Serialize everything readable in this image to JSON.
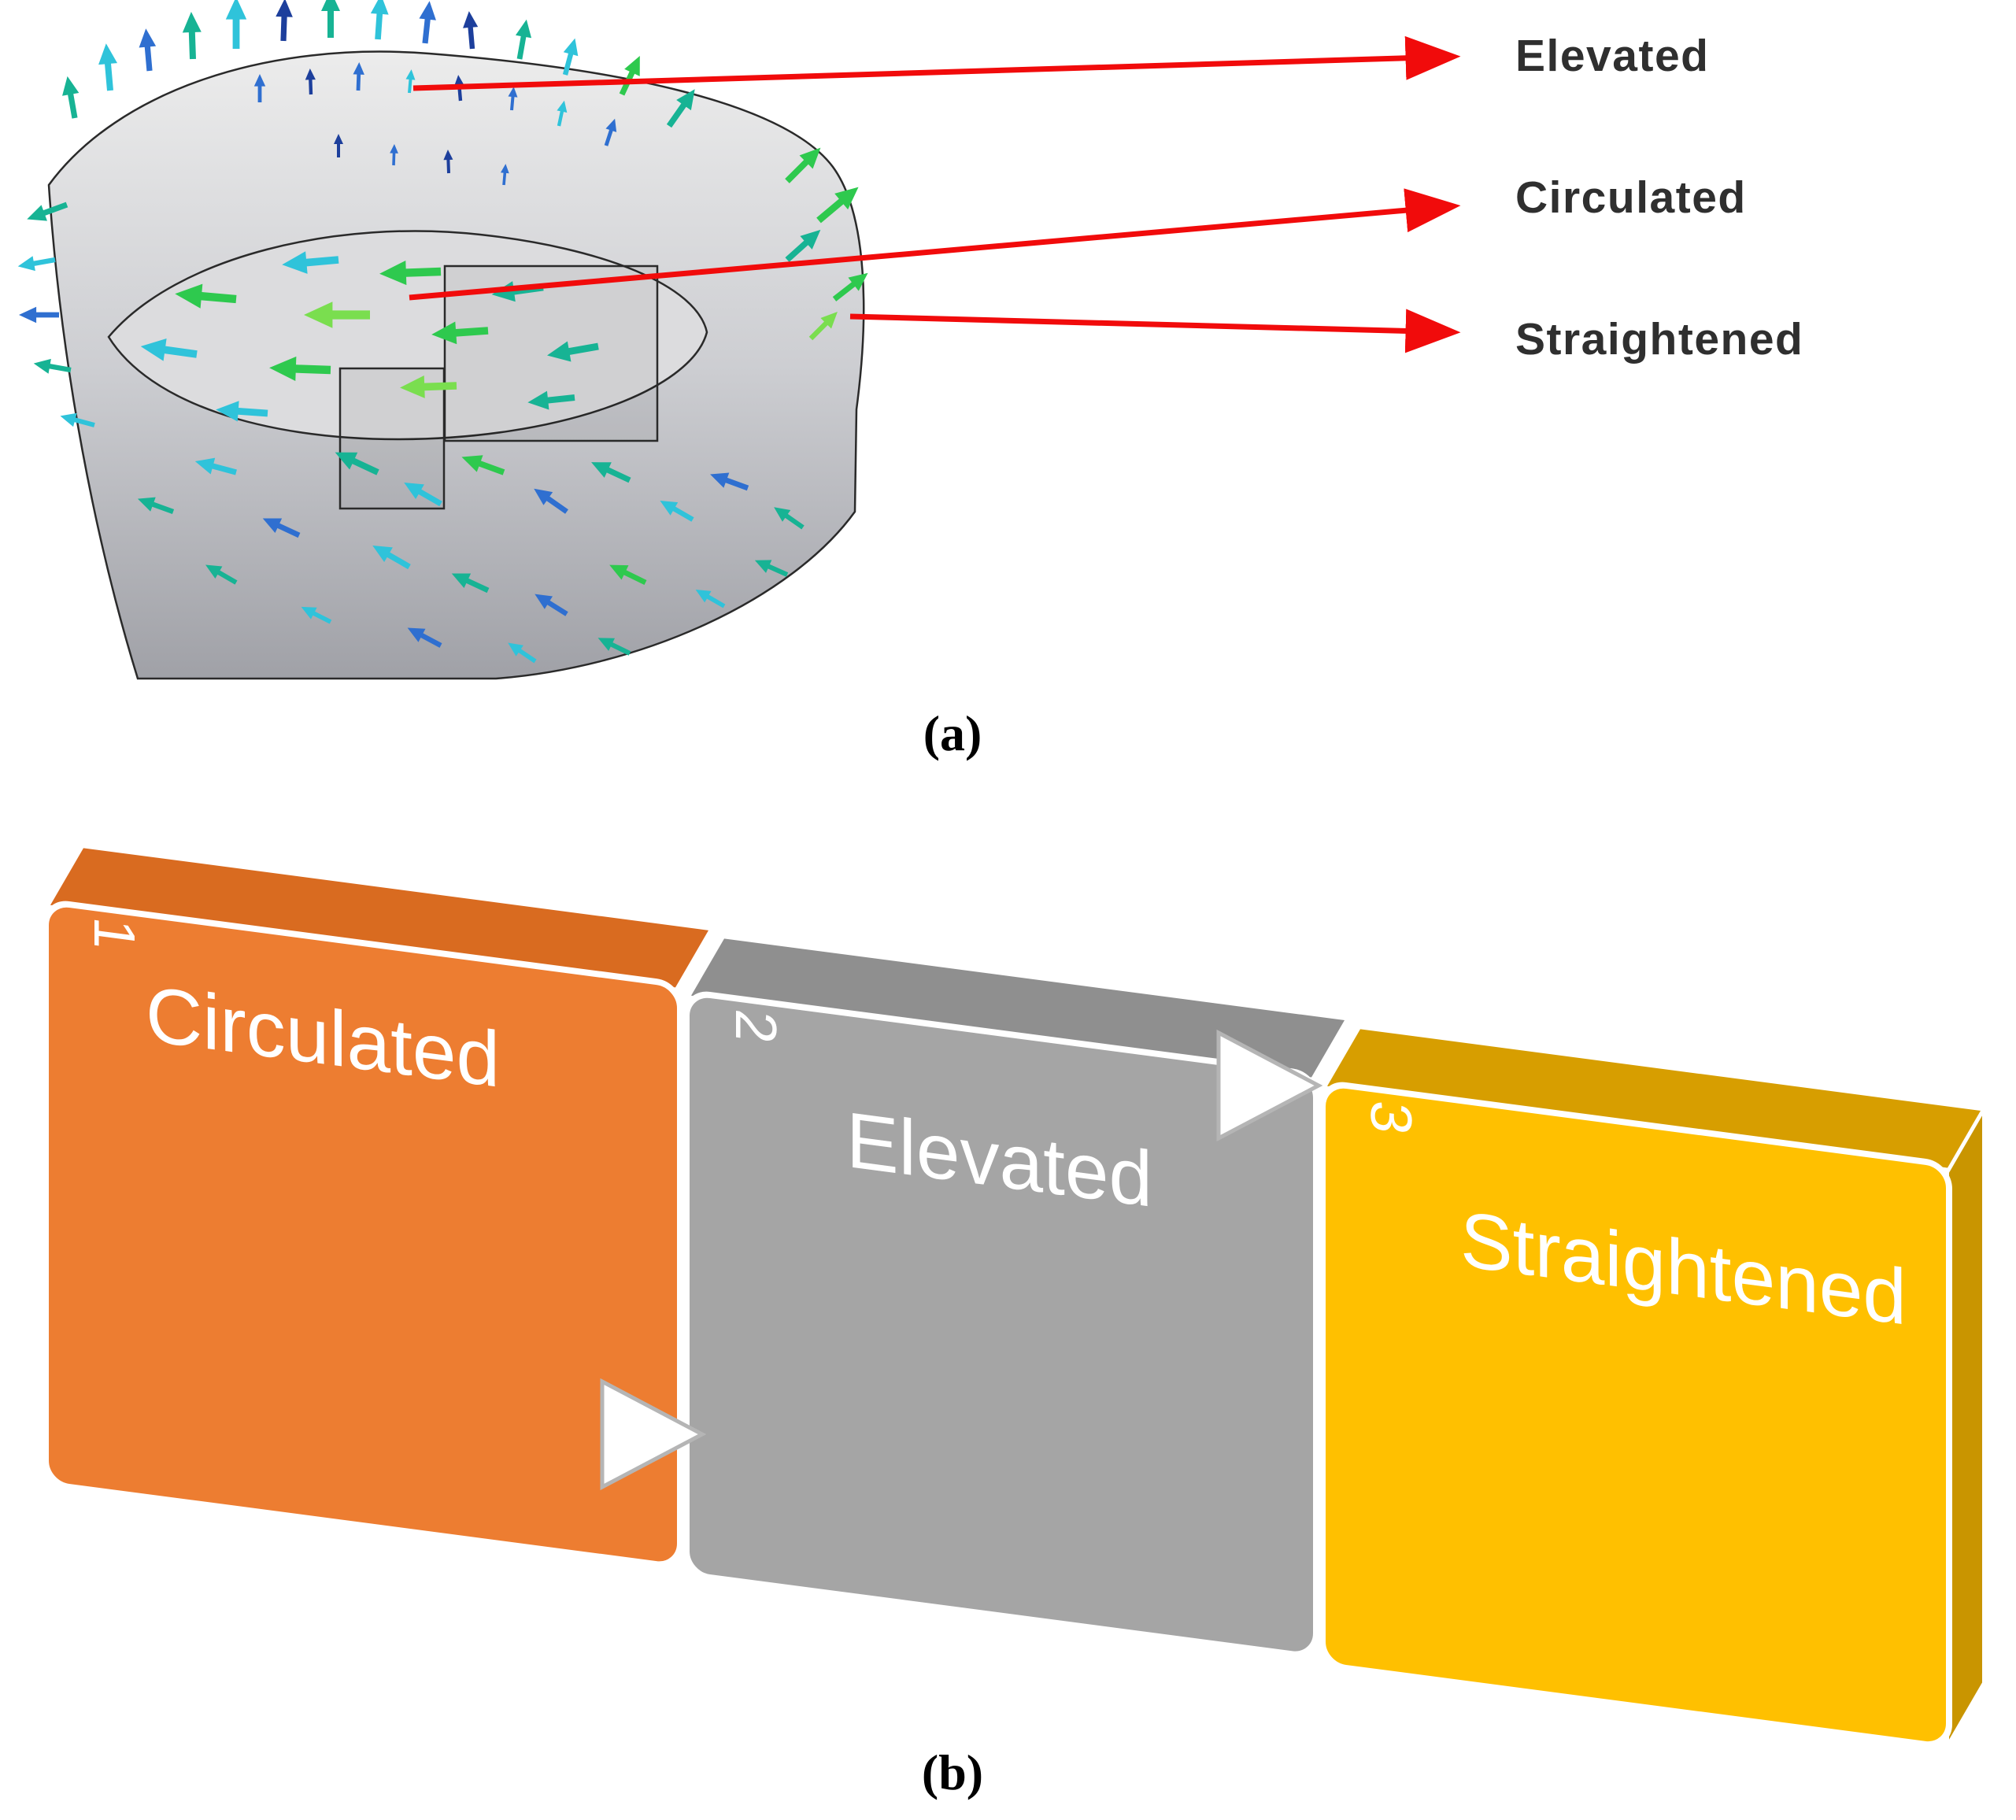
{
  "panel_a": {
    "caption": "(a)",
    "labels": {
      "elevated": "Elevated",
      "circulated": "Circulated",
      "straightened": "Straightened"
    },
    "annotation_arrow_color": "#F10B0B",
    "label_color": "#2F2F2F"
  },
  "panel_b": {
    "caption": "(b)",
    "steps": [
      {
        "number": "1",
        "label": "Circulated",
        "color": "#ED7D31",
        "depth_color": "#D96B20"
      },
      {
        "number": "2",
        "label": "Elevated",
        "color": "#A5A5A5",
        "depth_color": "#8F8F8F"
      },
      {
        "number": "3",
        "label": "Straightened",
        "color": "#FFC000",
        "depth_color": "#D79E00"
      }
    ],
    "text_color": "#FFFFFF",
    "connector_arrow_color": "#FFFFFF"
  }
}
